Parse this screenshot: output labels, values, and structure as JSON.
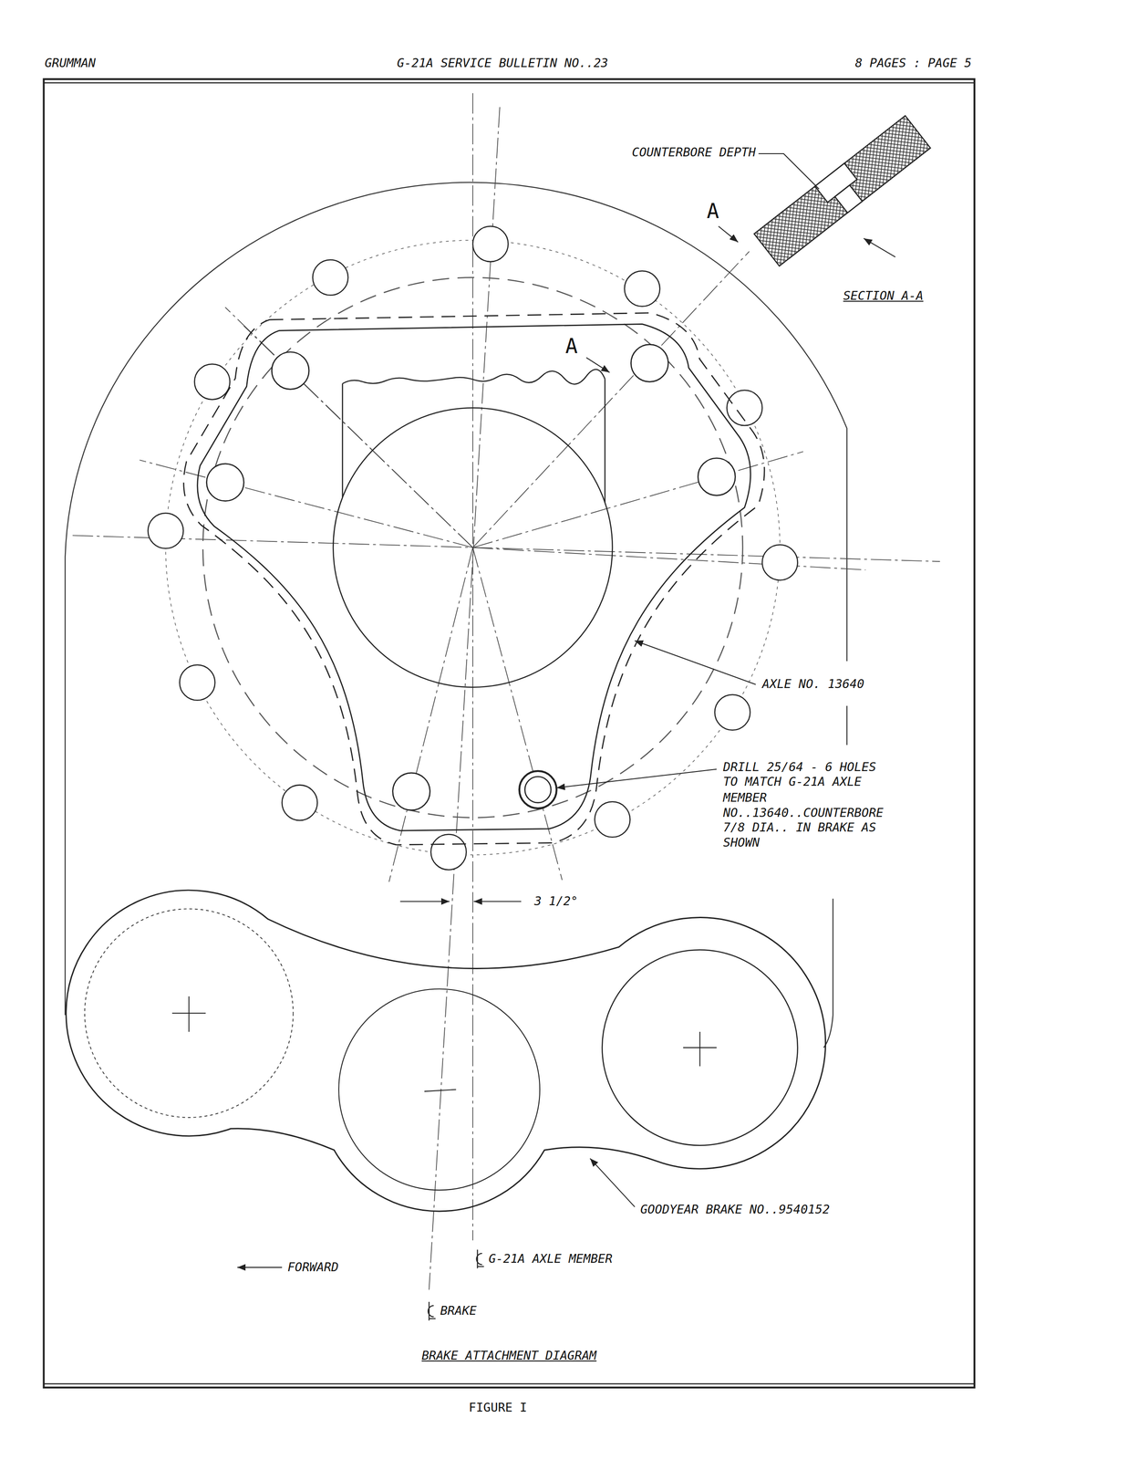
{
  "diagram": {
    "title": "BRAKE ATTACHMENT DIAGRAM",
    "caption": "FIGURE I",
    "labels": [
      "GRUMMAN",
      "G-21A SERVICE BULLETIN NO..23",
      "8 PAGES : PAGE 5",
      "COUNTERBORE DEPTH",
      "A",
      "SECTION A-A",
      "A",
      "AXLE NO. 13640",
      "DRILL 25/64 - 6 HOLES TO MATCH G-21A AXLE MEMBER NO..13640..COUNTERBORE 7/8 DIA.. IN BRAKE AS SHOWN",
      "3 1/2°",
      "GOODYEAR BRAKE NO..9540152",
      "FORWARD",
      "G-21A AXLE MEMBER",
      "BRAKE"
    ]
  }
}
